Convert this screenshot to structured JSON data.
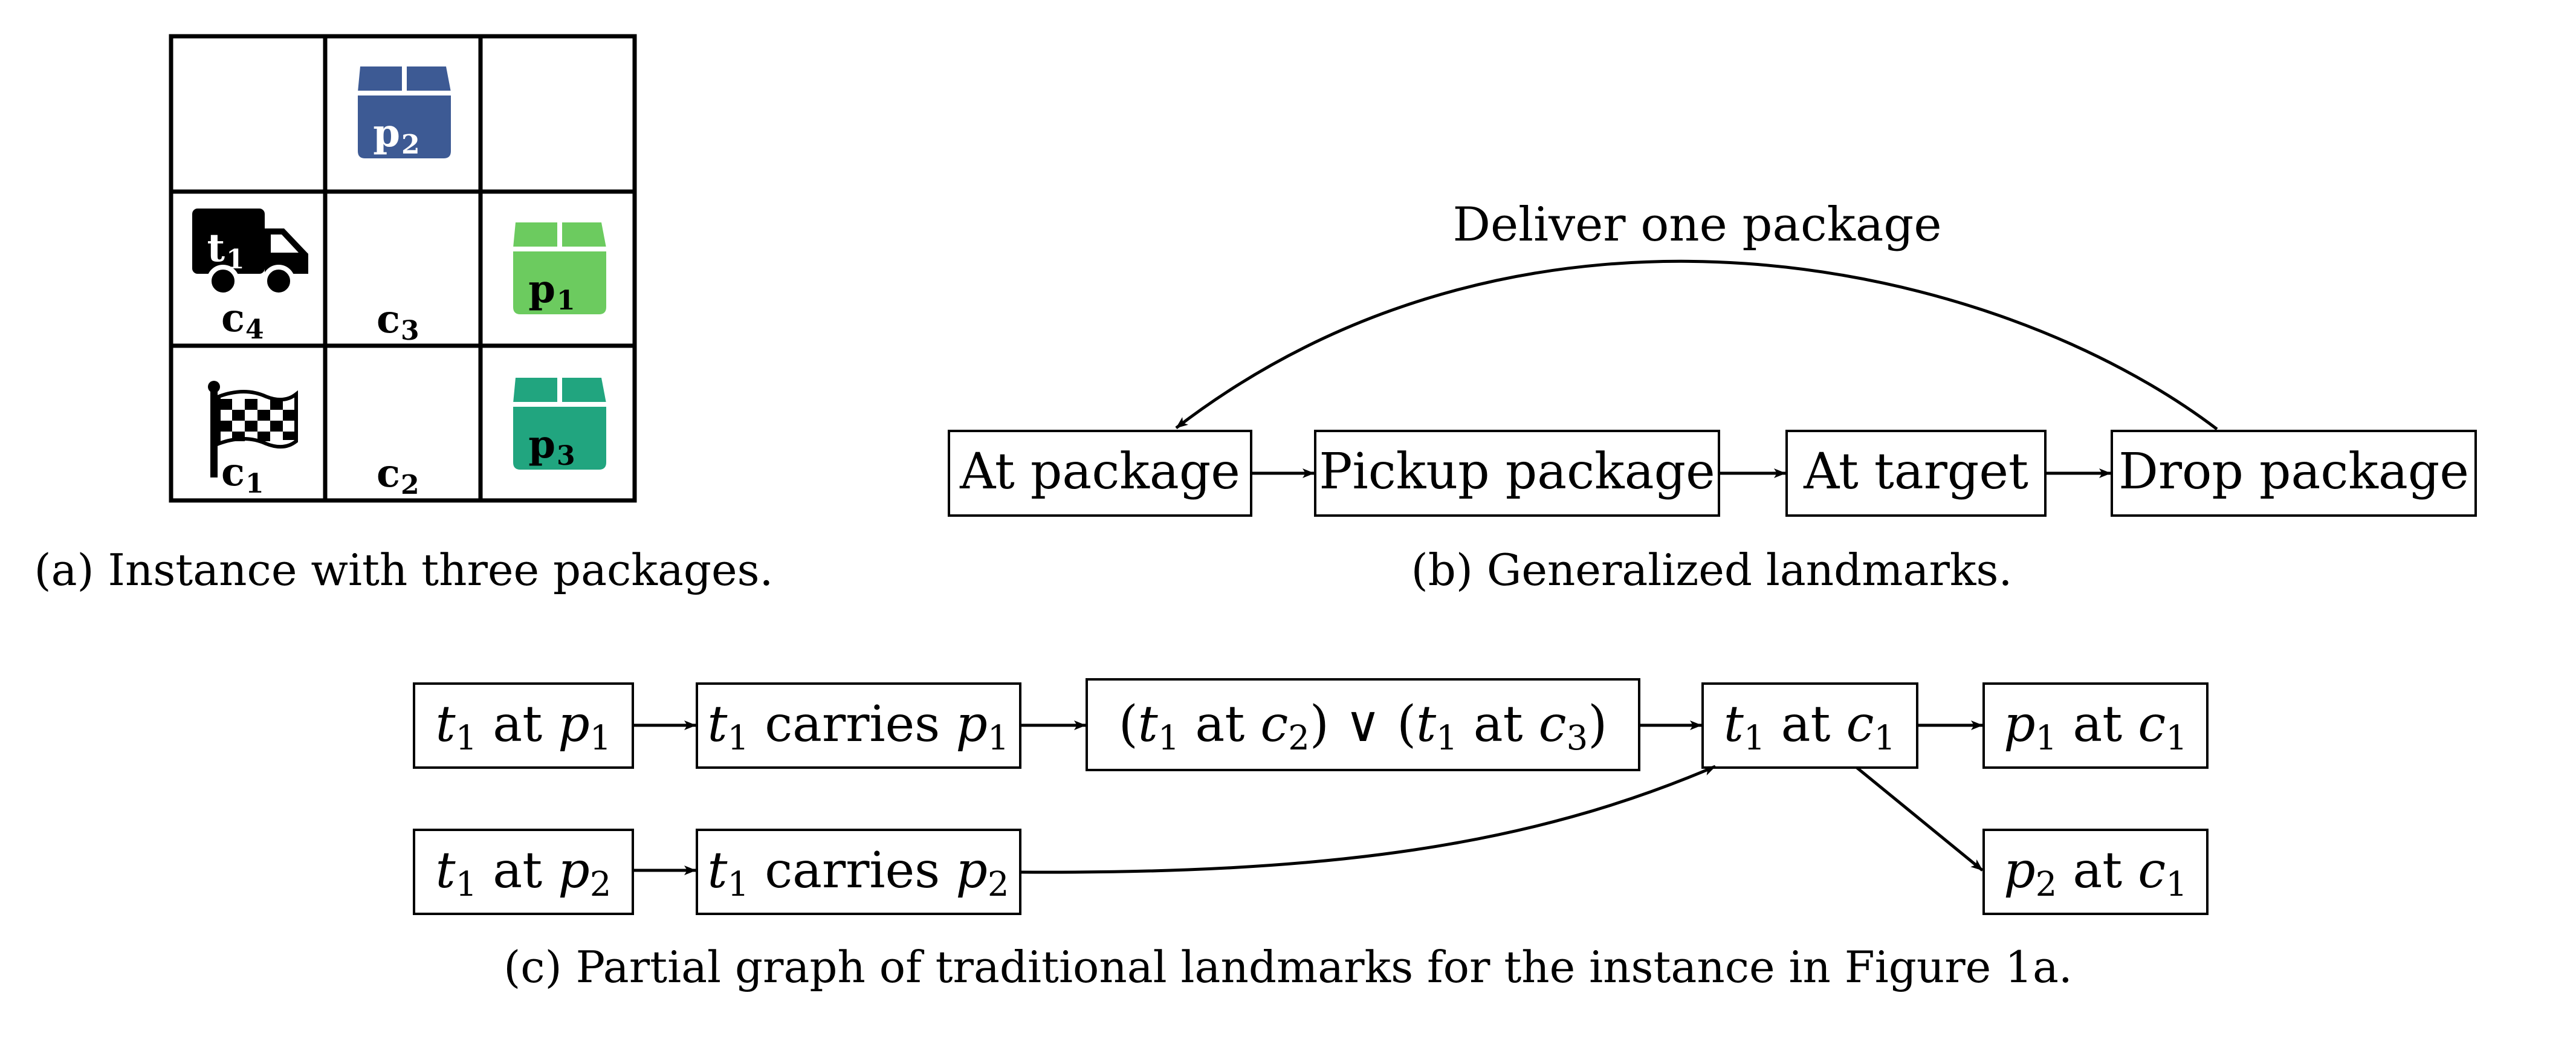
{
  "panel_a": {
    "caption": "(a) Instance with three packages.",
    "cells": [
      {
        "label_main": "c",
        "label_sub": "4",
        "content": "truck-icon",
        "truck": {
          "main": "t",
          "sub": "1"
        }
      },
      {
        "label_main": "c",
        "label_sub": "3",
        "content": ""
      },
      {
        "label_main": "c",
        "label_sub": "1",
        "content": "checkered-flag-icon"
      },
      {
        "label_main": "c",
        "label_sub": "2",
        "content": ""
      }
    ],
    "packages": [
      {
        "main": "p",
        "sub": "2",
        "color": "#3d5a94",
        "icon": "package-icon"
      },
      {
        "main": "p",
        "sub": "1",
        "color": "#6ccb5f",
        "icon": "package-icon"
      },
      {
        "main": "p",
        "sub": "3",
        "color": "#21a57f",
        "icon": "package-icon"
      }
    ]
  },
  "panel_b": {
    "caption": "(b) Generalized landmarks.",
    "nodes": [
      "At package",
      "Pickup package",
      "At target",
      "Drop package"
    ],
    "loop_label": "Deliver one package"
  },
  "panel_c": {
    "caption": "(c) Partial graph of traditional landmarks for the instance in Figure 1a.",
    "nodes": {
      "t1_at_p1": {
        "a": "t",
        "a_sub": "1",
        "mid": " at ",
        "b": "p",
        "b_sub": "1"
      },
      "t1_carries_p1": {
        "a": "t",
        "a_sub": "1",
        "mid": " carries ",
        "b": "p",
        "b_sub": "1"
      },
      "or_node": {
        "open": "(",
        "a": "t",
        "a_sub": "1",
        "mid1": " at ",
        "b": "c",
        "b_sub": "2",
        "close": ")",
        "op": " ∨ ",
        "c": "t",
        "c_sub": "1",
        "mid2": " at ",
        "d": "c",
        "d_sub": "3"
      },
      "t1_at_c1": {
        "a": "t",
        "a_sub": "1",
        "mid": " at ",
        "b": "c",
        "b_sub": "1"
      },
      "p1_at_c1": {
        "a": "p",
        "a_sub": "1",
        "mid": " at ",
        "b": "c",
        "b_sub": "1"
      },
      "t1_at_p2": {
        "a": "t",
        "a_sub": "1",
        "mid": " at ",
        "b": "p",
        "b_sub": "2"
      },
      "t1_carries_p2": {
        "a": "t",
        "a_sub": "1",
        "mid": " carries ",
        "b": "p",
        "b_sub": "2"
      },
      "p2_at_c1": {
        "a": "p",
        "a_sub": "2",
        "mid": " at ",
        "b": "c",
        "b_sub": "1"
      }
    }
  },
  "colors": {
    "ink": "#000000",
    "background": "#ffffff"
  }
}
